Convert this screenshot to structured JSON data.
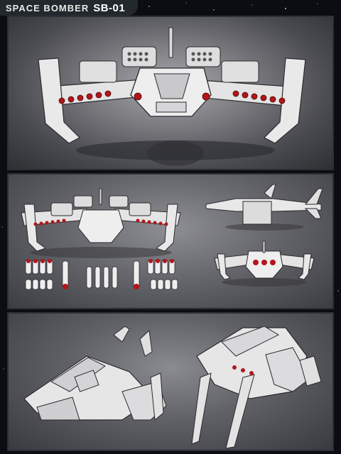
{
  "header": {
    "title": "SPACE BOMBER",
    "model_code": "SB-01"
  },
  "colors": {
    "background": "#0b0d12",
    "hull": "#e6e6e6",
    "hull_shadow": "#9a9a9e",
    "accent_red": "#b3151b",
    "outline": "#2a2a2e"
  },
  "views": [
    {
      "name": "front-hero-view"
    },
    {
      "name": "parts-and-ordnance-view"
    },
    {
      "name": "perspective-views"
    }
  ]
}
